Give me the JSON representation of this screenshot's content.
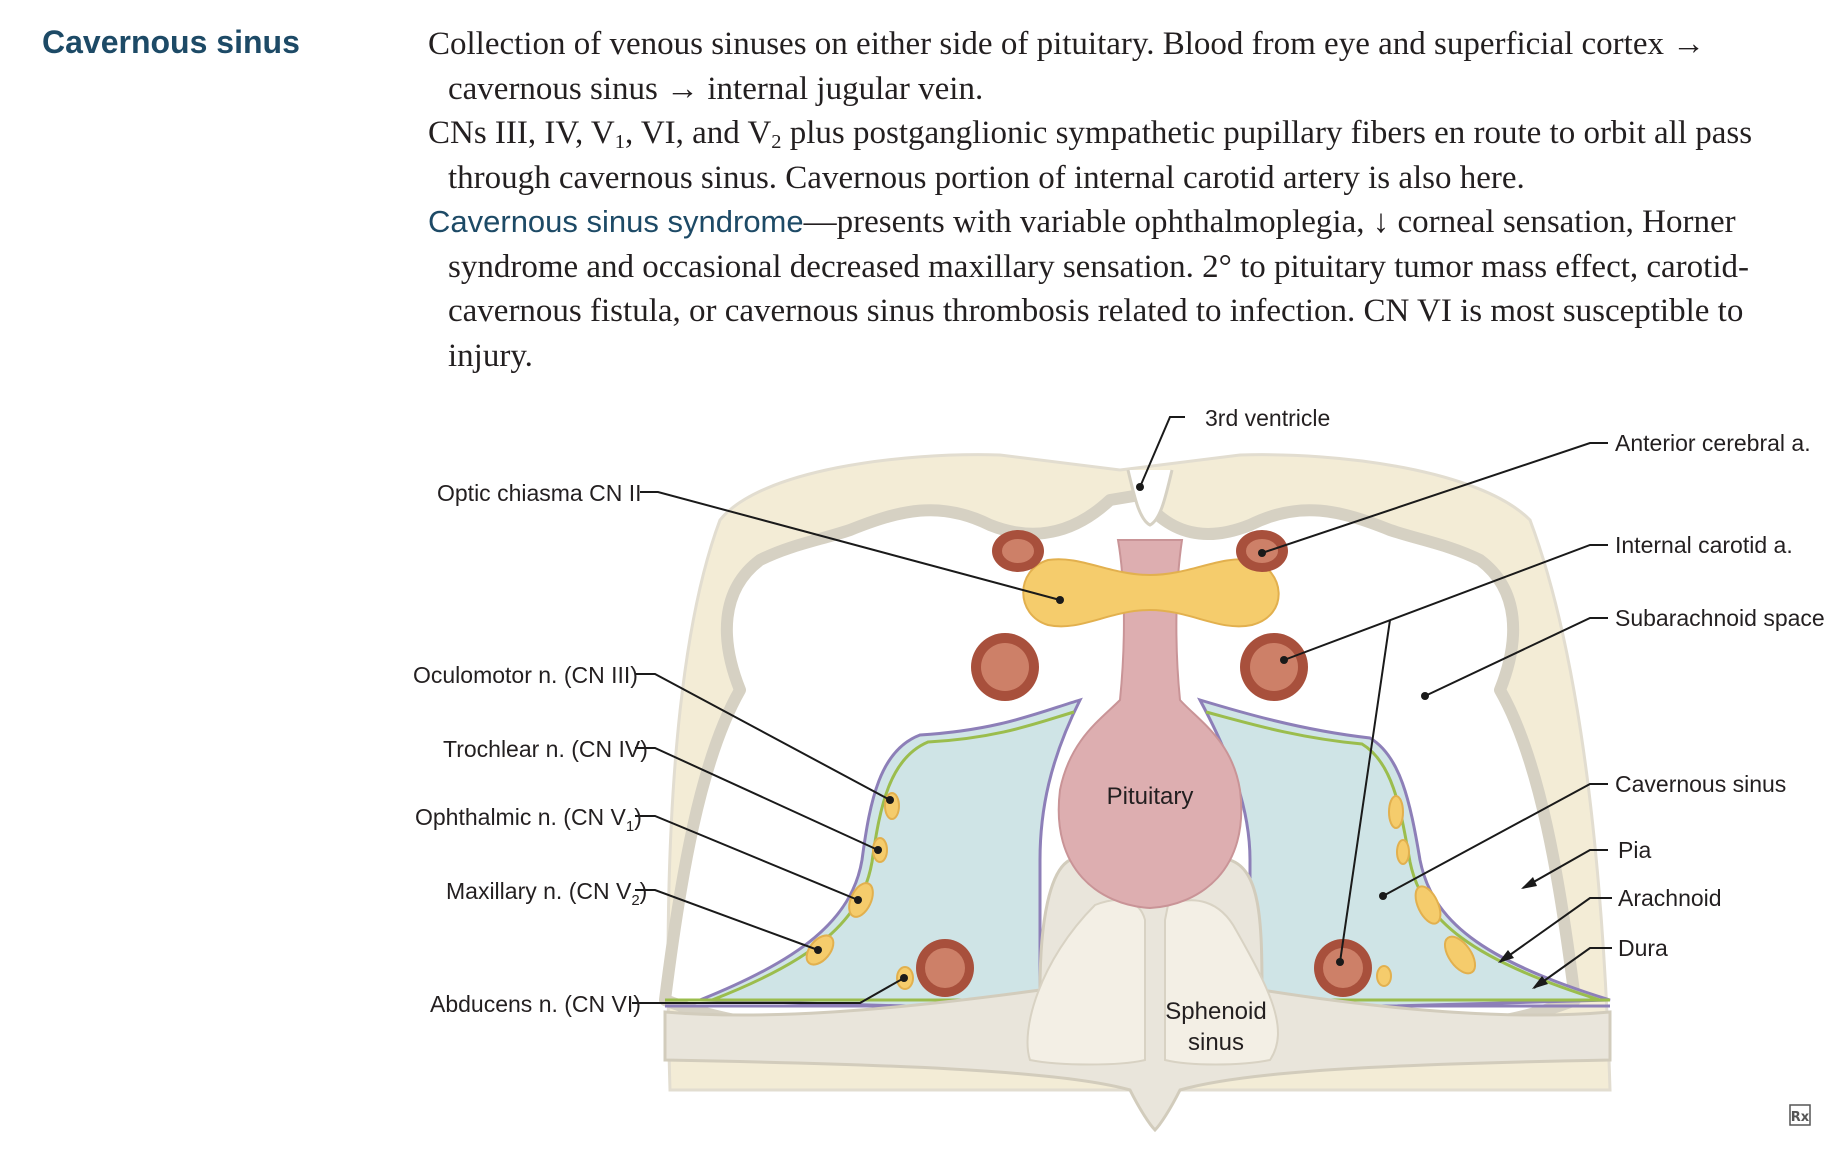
{
  "heading": "Cavernous sinus",
  "paragraphs": {
    "p1_a": "Collection of venous sinuses on either side of pituitary. Blood from eye and superficial cortex",
    "p1_b": "cavernous sinus",
    "p1_c": "internal jugular vein.",
    "p2_a": "CNs III, IV, V",
    "p2_sub1": "1",
    "p2_b": ", VI, and V",
    "p2_sub2": "2",
    "p2_c": " plus postganglionic sympathetic pupillary fibers en route to orbit all pass through cavernous sinus. Cavernous portion of internal carotid artery is also here.",
    "p3_term": "Cavernous sinus syndrome",
    "p3_a": "—presents with variable ophthalmoplegia, ",
    "p3_b": " corneal sensation, Horner syndrome and occasional decreased maxillary sensation. 2° to pituitary tumor mass effect, carotid-cavernous fistula, or cavernous sinus thrombosis related to infection. CN VI is most susceptible to injury."
  },
  "symbols": {
    "arrow": "→",
    "down_arrow": "↓"
  },
  "figure": {
    "labels": {
      "third_ventricle": "3rd ventricle",
      "anterior_cerebral": "Anterior cerebral a.",
      "optic_chiasma": "Optic chiasma CN II",
      "internal_carotid": "Internal carotid a.",
      "subarachnoid_space": "Subarachnoid space",
      "oculomotor": "Oculomotor n. (CN III)",
      "trochlear": "Trochlear n. (CN IV)",
      "ophthalmic_a": "Ophthalmic n. (CN V",
      "ophthalmic_sub": "1",
      "ophthalmic_b": ")",
      "maxillary_a": "Maxillary n. (CN V",
      "maxillary_sub": "2",
      "maxillary_b": ")",
      "abducens": "Abducens n. (CN VI)",
      "pituitary": "Pituitary",
      "cavernous_sinus": "Cavernous sinus",
      "pia": "Pia",
      "arachnoid": "Arachnoid",
      "dura": "Dura",
      "sphenoid_line1": "Sphenoid",
      "sphenoid_line2": "sinus",
      "rx_mark": "Rx"
    },
    "colors": {
      "brain": "#f3ecd6",
      "dura_band": "#e2ddd0",
      "cavernous": "#cfe4e6",
      "artery_outer": "#a8503c",
      "artery_inner": "#cd8068",
      "nerve": "#f5cc6c",
      "pituitary": "#ddaeb0",
      "pia": "#9bbd4d",
      "arachnoid": "#8d7fb8"
    }
  }
}
